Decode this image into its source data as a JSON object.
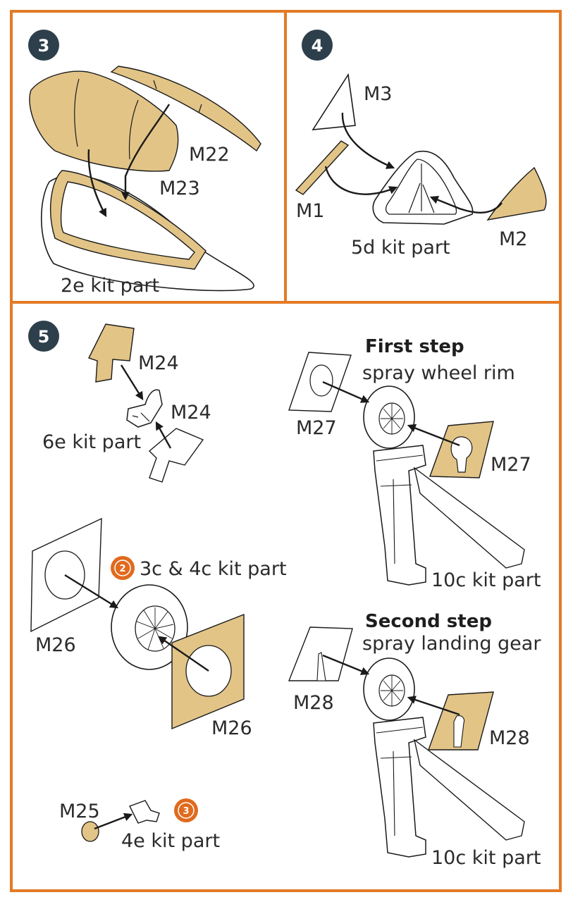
{
  "colors": {
    "frame": "#e37a26",
    "mask": "#e2c487",
    "badge": "#2e3f4c",
    "ink": "#1a1a1a",
    "ref_badge": "#e06a1e"
  },
  "panels": {
    "p3": {
      "step": "3",
      "labels": {
        "m22": "M22",
        "m23": "M23",
        "kit": "2e kit part"
      }
    },
    "p4": {
      "step": "4",
      "labels": {
        "m3": "M3",
        "m1": "M1",
        "m2": "M2",
        "kit": "5d kit part"
      }
    },
    "p5": {
      "step": "5",
      "labels": {
        "m24a": "M24",
        "m24b": "M24",
        "kit6e": "6e kit part",
        "m26a": "M26",
        "m26b": "M26",
        "kit3c4c": "3c & 4c kit part",
        "ref2": "2",
        "m25": "M25",
        "kit4e": "4e kit part",
        "ref3": "3"
      },
      "first_step": {
        "title": "First step",
        "subtitle": "spray wheel rim",
        "m27a": "M27",
        "m27b": "M27",
        "kit": "10c kit part"
      },
      "second_step": {
        "title": "Second step",
        "subtitle": "spray landing gear",
        "m28a": "M28",
        "m28b": "M28",
        "kit": "10c kit part"
      }
    }
  }
}
